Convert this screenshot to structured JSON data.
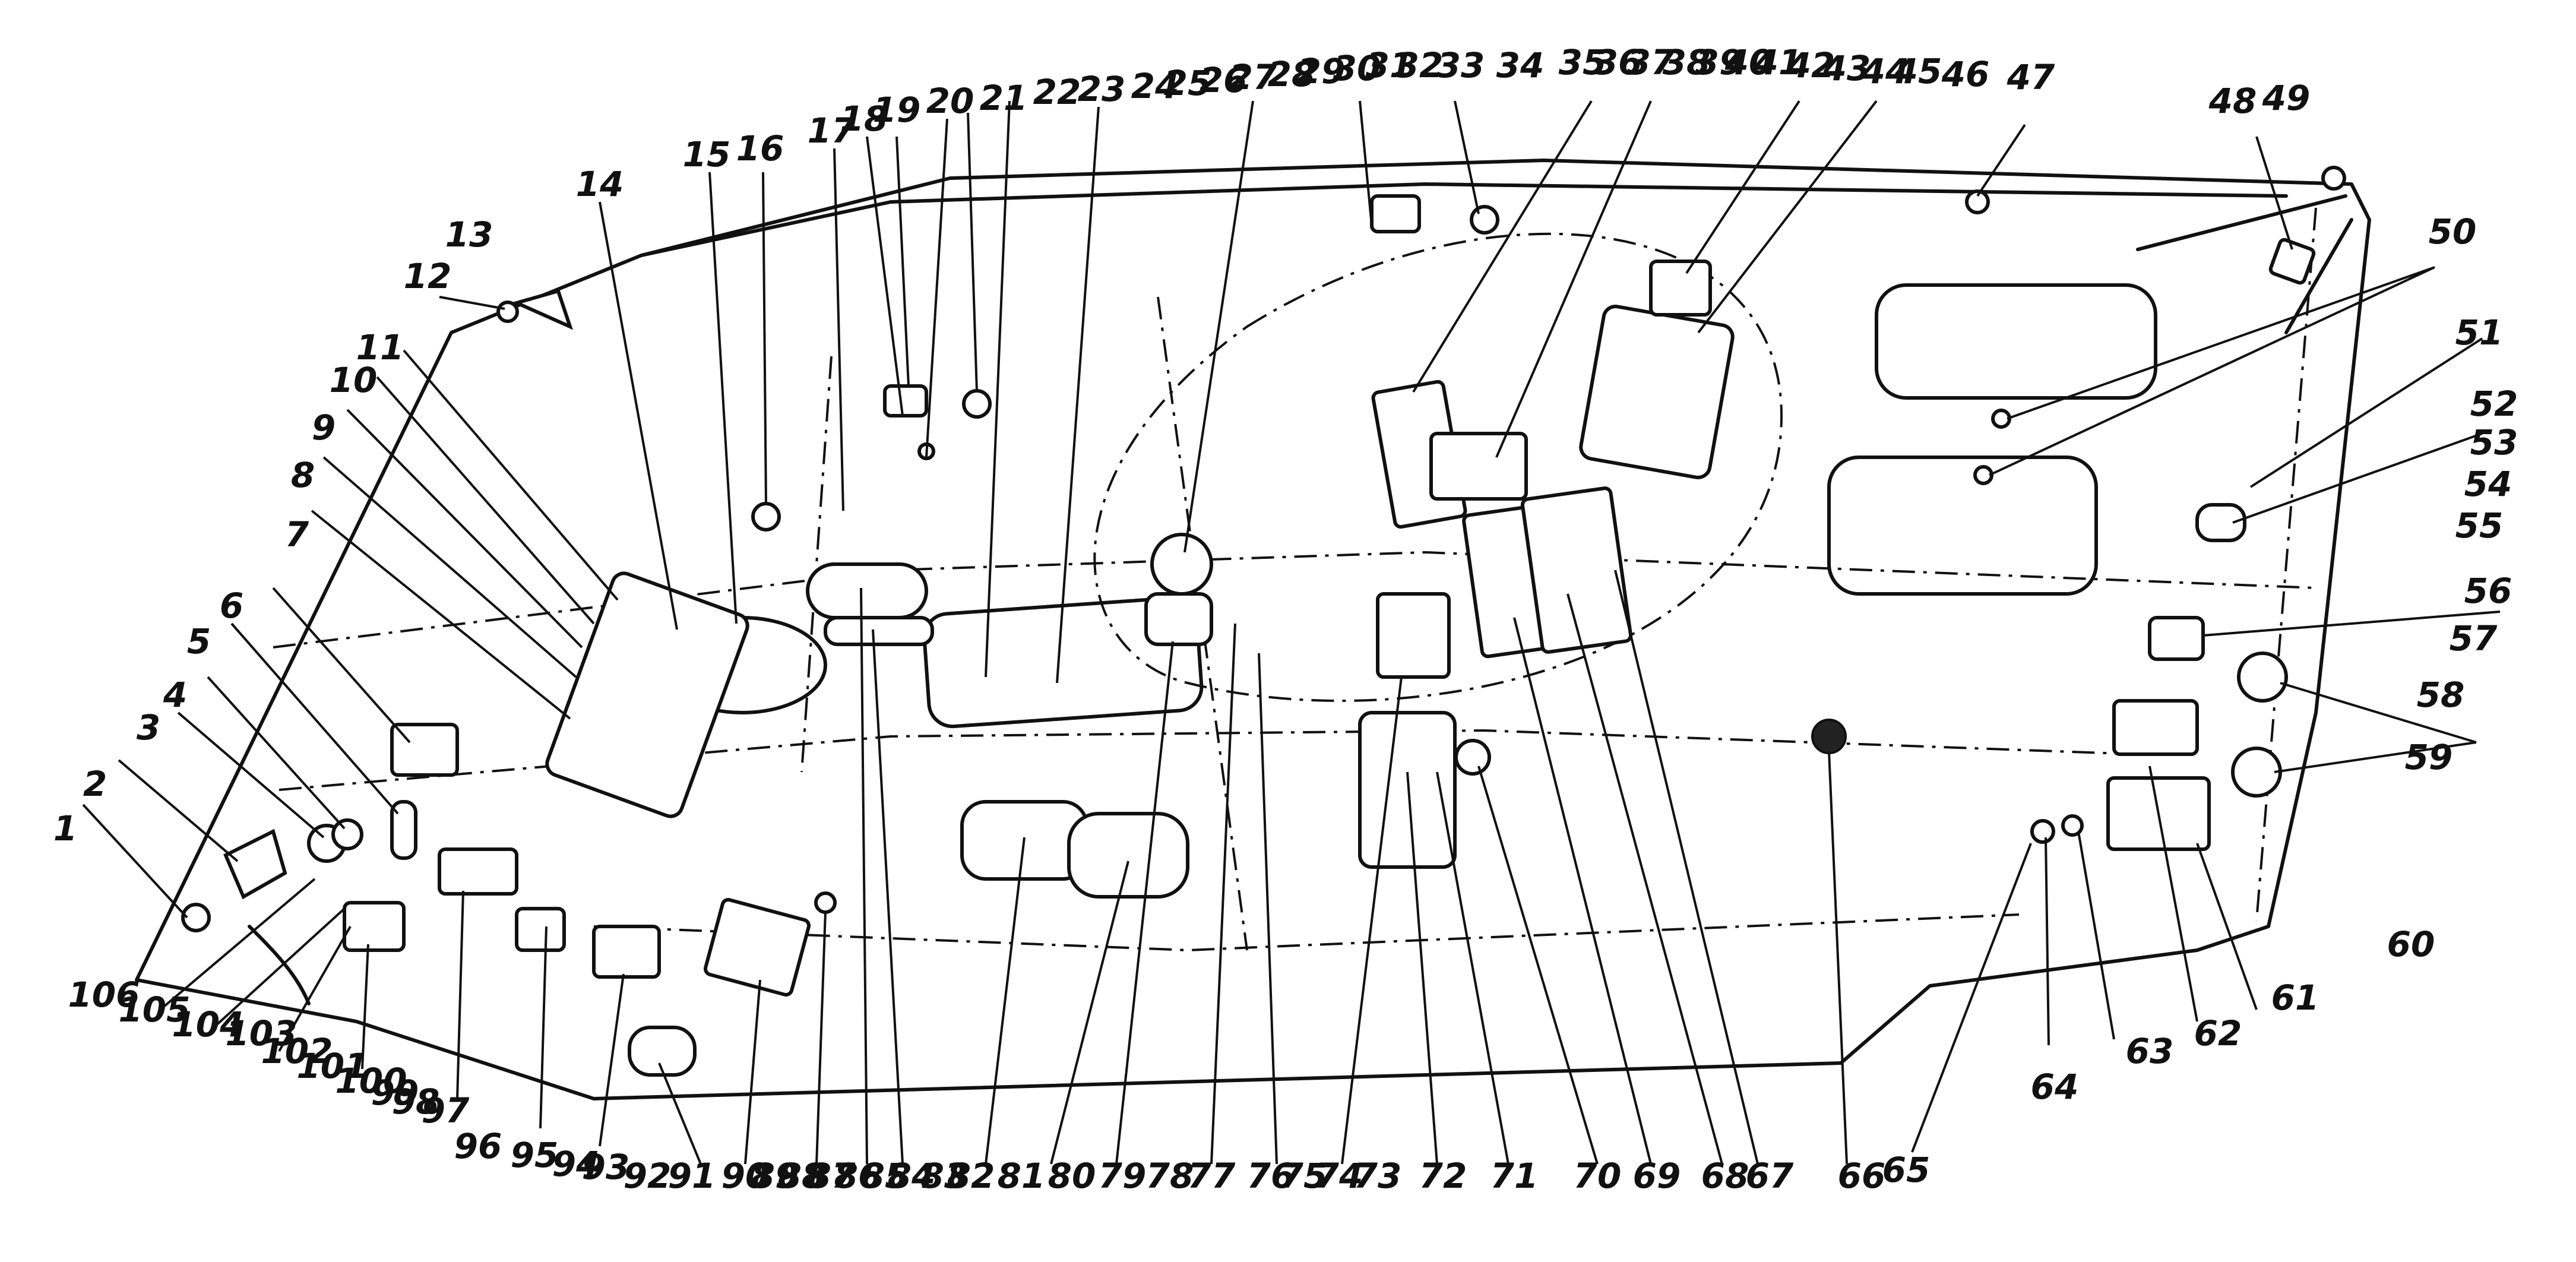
{
  "colors": {
    "ink": "#111111",
    "paper": "#ffffff"
  },
  "labels": [
    "1",
    "2",
    "3",
    "4",
    "5",
    "6",
    "7",
    "8",
    "9",
    "10",
    "11",
    "12",
    "13",
    "14",
    "15",
    "16",
    "17",
    "18",
    "19",
    "20",
    "21",
    "22",
    "23",
    "24",
    "25",
    "26",
    "27",
    "28",
    "29",
    "30",
    "31",
    "32",
    "33",
    "34",
    "35",
    "36",
    "37",
    "38",
    "39",
    "40",
    "41",
    "42",
    "43",
    "44",
    "45",
    "46",
    "47",
    "48",
    "49",
    "50",
    "51",
    "52",
    "53",
    "54",
    "55",
    "56",
    "57",
    "58",
    "59",
    "60",
    "61",
    "62",
    "63",
    "64",
    "65",
    "66",
    "67",
    "68",
    "69",
    "70",
    "71",
    "72",
    "73",
    "74",
    "75",
    "76",
    "77",
    "78",
    "79",
    "80",
    "81",
    "82",
    "83",
    "84",
    "85",
    "86",
    "87",
    "88",
    "89",
    "90",
    "91",
    "92",
    "93",
    "94",
    "95",
    "96",
    "97",
    "98",
    "99",
    "100",
    "101",
    "102",
    "103",
    "104",
    "105",
    "106"
  ]
}
